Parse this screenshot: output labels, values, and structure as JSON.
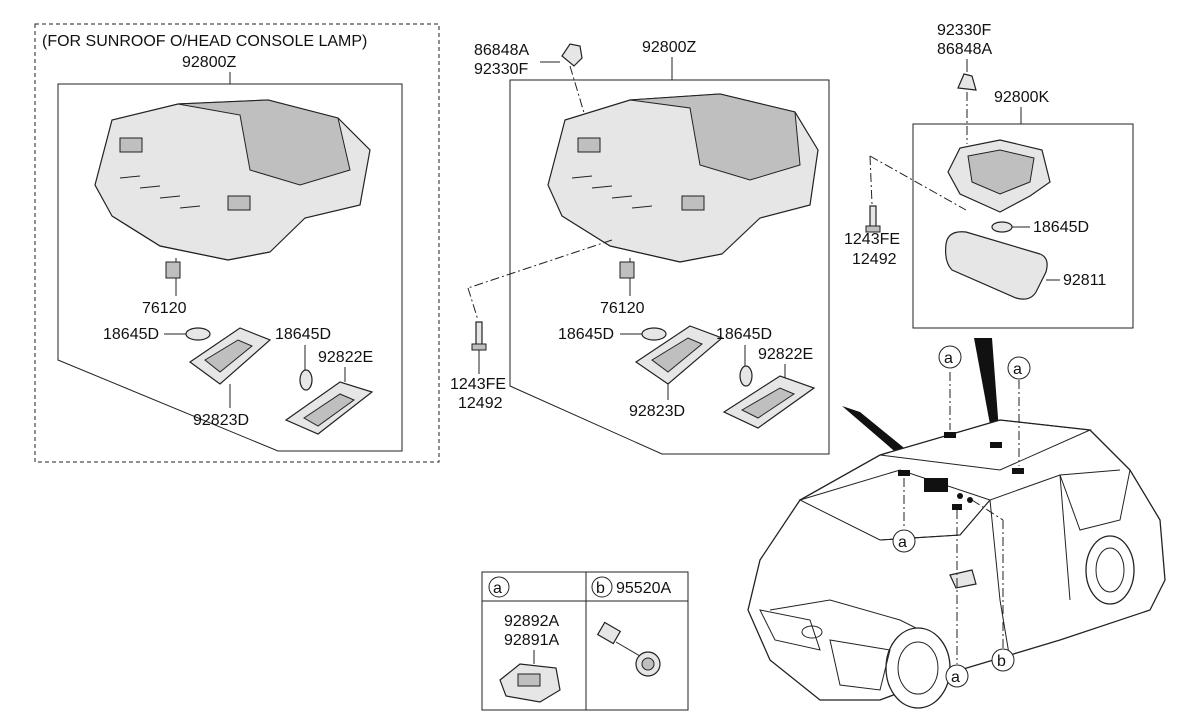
{
  "left_panel": {
    "caption": "(FOR SUNROOF O/HEAD CONSOLE LAMP)",
    "console": "92800Z",
    "connector": "76120",
    "bulb_left": "18645D",
    "bulb_right": "18645D",
    "lens_left": "92823D",
    "lens_right": "92822E"
  },
  "center_panel": {
    "clip_code_1": "86848A",
    "clip_code_2": "92330F",
    "console": "92800Z",
    "connector": "76120",
    "bulb_left": "18645D",
    "bulb_right": "18645D",
    "lens_left": "92823D",
    "lens_right": "92822E",
    "screw_code_1": "1243FE",
    "screw_code_2": "12492"
  },
  "right_panel": {
    "clip_code_1": "92330F",
    "clip_code_2": "86848A",
    "lamp": "92800K",
    "bulb": "18645D",
    "lens": "92811",
    "screw_code_1": "1243FE",
    "screw_code_2": "12492"
  },
  "car_callouts": {
    "a_symbol": "a",
    "b_symbol": "b"
  },
  "legend": {
    "a_symbol": "a",
    "a_code_1": "92892A",
    "a_code_2": "92891A",
    "b_symbol": "b",
    "b_code": "95520A"
  }
}
